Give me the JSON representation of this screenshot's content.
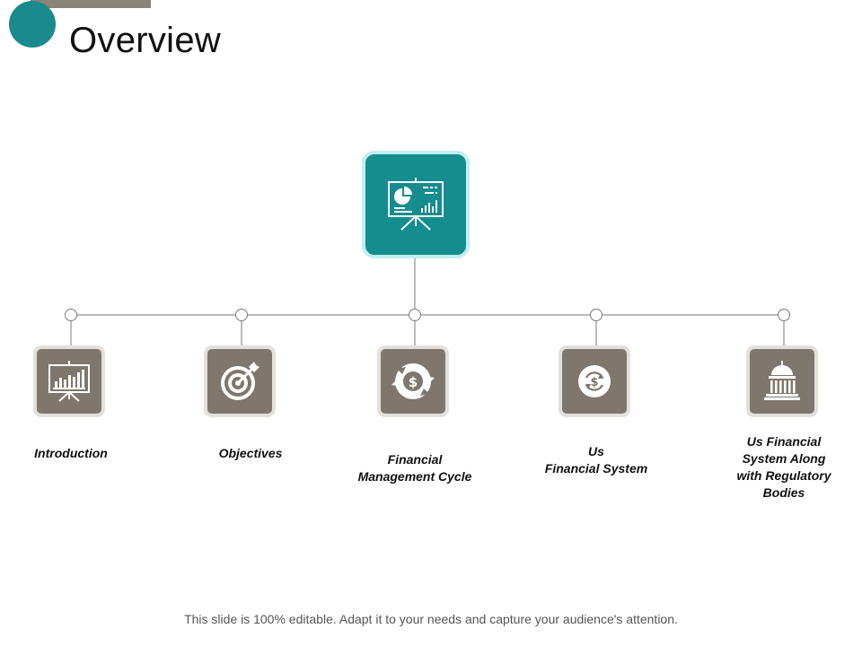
{
  "slide": {
    "title": "Overview",
    "footer": "This slide is 100% editable. Adapt it to your needs and capture your audience's attention."
  },
  "colors": {
    "accent": "#158c8e",
    "tile": "#7f776d",
    "bar": "#8a8378"
  },
  "center_node": {
    "icon": "presentation-board-chart-icon"
  },
  "nodes": [
    {
      "label_lines": [
        "Introduction"
      ],
      "icon": "presentation-bar-chart-icon"
    },
    {
      "label_lines": [
        "Objectives"
      ],
      "icon": "target-arrow-icon"
    },
    {
      "label_lines": [
        "Financial",
        "Management Cycle"
      ],
      "icon": "dollar-cycle-icon"
    },
    {
      "label_lines": [
        "Us",
        "Financial System"
      ],
      "icon": "dollar-coin-refresh-icon"
    },
    {
      "label_lines": [
        "Us Financial",
        "System Along",
        "with Regulatory",
        "Bodies"
      ],
      "icon": "capitol-building-icon"
    }
  ]
}
